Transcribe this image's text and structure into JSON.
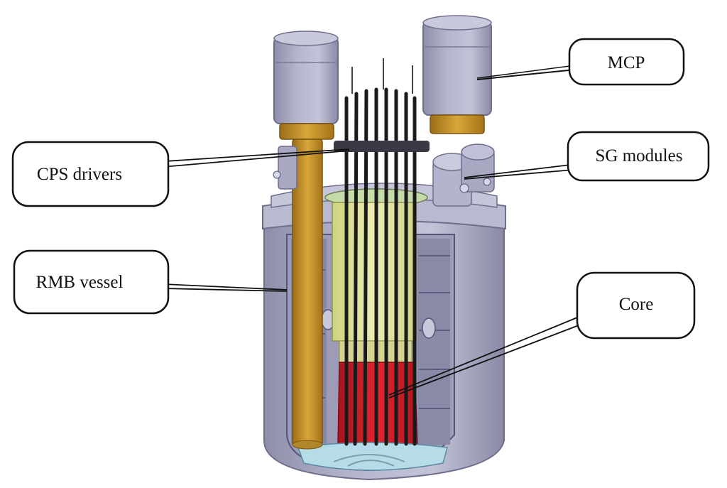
{
  "labels": {
    "mcp": "MCP",
    "cps_drivers": "CPS drivers",
    "sg_modules": "SG modules",
    "rmb_vessel": "RMB vessel",
    "core": "Core"
  },
  "colors": {
    "vessel": "#a8a8c2",
    "vessel_dark": "#7f7f9c",
    "vessel_light": "#c9c9dc",
    "pipe_gold": "#c8962a",
    "core_red": "#d0202a",
    "reflector_yellow": "#e4e6a0",
    "plate_green": "#c6dca8",
    "rod_black": "#1a1a1a",
    "bottom_blue": "#b6dce8",
    "callout_stroke": "#111111"
  }
}
